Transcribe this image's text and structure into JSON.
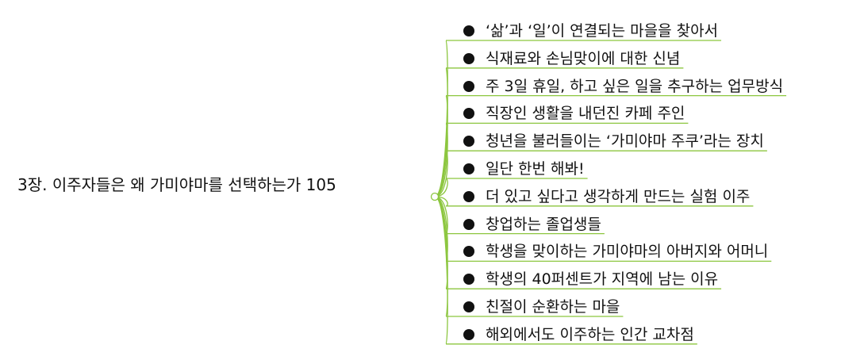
{
  "root": {
    "label": "3장. 이주자들은 왜 가미야마를 선택하는가 105"
  },
  "branches": [
    {
      "label": "‘삶’과 ‘일’이 연결되는 마을을 찾아서"
    },
    {
      "label": "식재료와 손님맞이에 대한 신념"
    },
    {
      "label": "주 3일 휴일, 하고 싶은 일을 추구하는 업무방식"
    },
    {
      "label": "직장인 생활을 내던진 카페 주인"
    },
    {
      "label": "청년을 불러들이는 ‘가미야마 주쿠’라는 장치"
    },
    {
      "label": "일단 한번 해봐!"
    },
    {
      "label": "더 있고 싶다고 생각하게 만드는 실험 이주"
    },
    {
      "label": "창업하는 졸업생들"
    },
    {
      "label": "학생을 맞이하는 가미야마의 아버지와 어머니"
    },
    {
      "label": "학생의 40퍼센트가 지역에 남는 이유"
    },
    {
      "label": "친절이 순환하는 마을"
    },
    {
      "label": "해외에서도 이주하는 인간 교차점"
    }
  ],
  "colors": {
    "connector": "#8cc63f",
    "text": "#111111",
    "bullet": "#111111"
  }
}
